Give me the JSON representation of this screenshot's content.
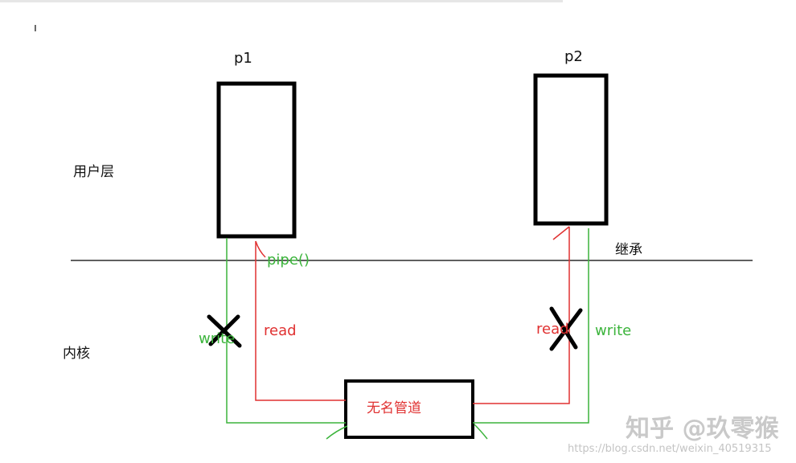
{
  "labels": {
    "p1": "p1",
    "p2": "p2",
    "user_layer": "用户层",
    "kernel": "内核",
    "pipe_call": "pipe()",
    "inherit": "继承",
    "p1_read": "read",
    "p1_write": "write",
    "p2_read": "read",
    "p2_write": "write",
    "anon_pipe": "无名管道",
    "stray_mark": "ı"
  },
  "watermark": {
    "brand": "知乎 @玖零猴",
    "url": "https://blog.csdn.net/weixin_40519315"
  },
  "colors": {
    "read_line": "#e03131",
    "write_line": "#3cb43c",
    "box": "#000000"
  }
}
